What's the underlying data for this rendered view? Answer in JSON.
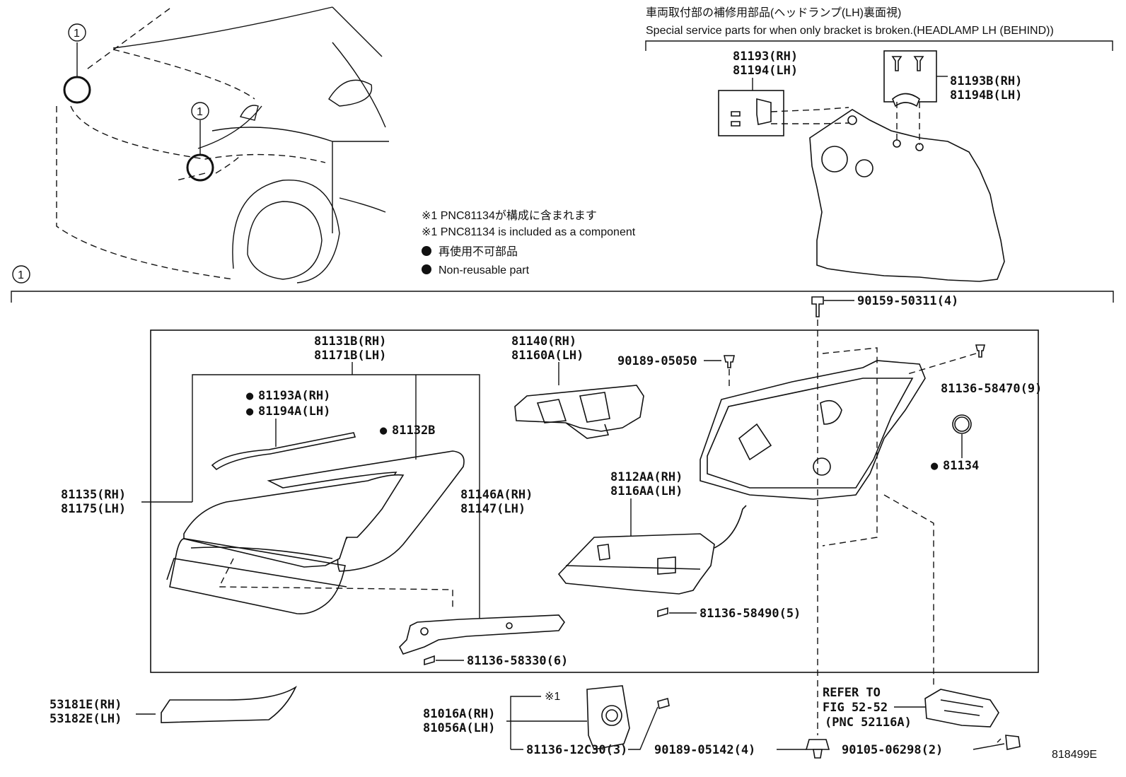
{
  "header": {
    "jp_title": "車両取付部の補修用部品(ヘッドランプ(LH)裏面視)",
    "en_title": "Special service parts for when only bracket is broken.(HEADLAMP LH (BEHIND))"
  },
  "notes": {
    "n1_jp": "※1 PNC81134が構成に含まれます",
    "n1_en": "※1 PNC81134 is included as a component",
    "n2_jp": "再使用不可部品",
    "n2_en": "Non-reusable part"
  },
  "callout": "1",
  "parts": {
    "p81193_rh": "81193(RH)",
    "p81194_lh": "81194(LH)",
    "p81193b_rh": "81193B(RH)",
    "p81194b_lh": "81194B(LH)",
    "p90159": "90159-50311(4)",
    "p81131b_rh": "81131B(RH)",
    "p81171b_lh": "81171B(LH)",
    "p81140_rh": "81140(RH)",
    "p81160a_lh": "81160A(LH)",
    "p90189_05050": "90189-05050",
    "p81136_58470": "81136-58470(9)",
    "p81193a_rh": "81193A(RH)",
    "p81194a_lh": "81194A(LH)",
    "p81132b": "81132B",
    "p81134": "81134",
    "p81135_rh": "81135(RH)",
    "p81175_lh": "81175(LH)",
    "p81146a_rh": "81146A(RH)",
    "p81147_lh": "81147(LH)",
    "p8112aa_rh": "8112AA(RH)",
    "p8116aa_lh": "8116AA(LH)",
    "p81136_58490": "81136-58490(5)",
    "p81136_58330": "81136-58330(6)",
    "p53181e_rh": "53181E(RH)",
    "p53182e_lh": "53182E(LH)",
    "p81016a_rh": "81016A(RH)",
    "p81056a_lh": "81056A(LH)",
    "p_note_mark": "※1",
    "p81136_12c30": "81136-12C30(3)",
    "p90189_05142": "90189-05142(4)",
    "p90105_06298": "90105-06298(2)"
  },
  "refer": {
    "line1": "REFER TO",
    "line2": "FIG 52-52",
    "line3": "(PNC 52116A)"
  },
  "figure_id": "818499E"
}
